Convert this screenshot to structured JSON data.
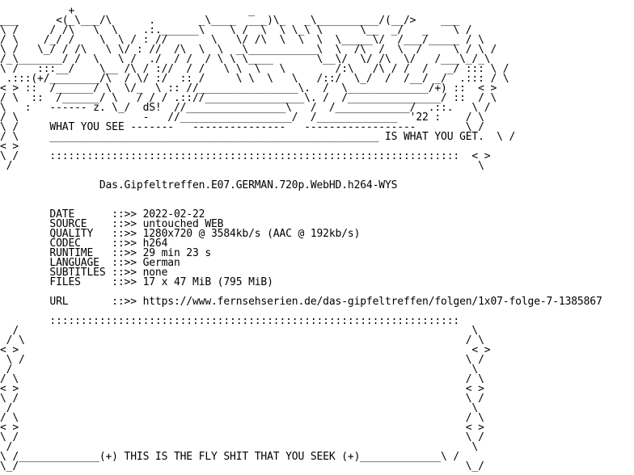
{
  "document": {
    "lines": [
      "           +                            _",
      "___      <(_\\___/\\      .       _\\____  ___)\\_   _\\__________/(__/>    ___",
      "\\ /     / /\\   \\  \\    .:.______\\    \\ /  \\  \\ \\_\\ \\      \\__  _/   _    \\ /",
      "/ \\    /_/ /    \\  \\ / : //       \\   \\/ /\\  \\  \\  \\  \\_____\\/  /___/_____ / \\",
      "\\ /   \\_/ / /\\   \\ \\/ : //  /\\  \\  \\  _\\___________\\  \\  /\\  /  \\  /     \\ / \\ /",
      "/_\\_______/ /  \\   \\ /  ./  / /  / \\ \\ \\____       \\__\\/  \\/ /\\  \\/   /___\\_/_\\",
      "\\ /   :::__/    \\__ /\\ / ://  / /   \\ \\  \\   \\        /:\\   /\\ / /  /   _/ ::: \\ /",
      " .:::(+/________/\\  / \\/ :/  :: /     \\ \\  \\   \\   /::/  \\_/  /  /__/ _/  .::: / \\",
      "< > ::  /______/ \\  \\/_  \\ :: //________________\\.  /  \\_____________/+) ::  < >",
      "/ \\  ::  /______/ \\   / / / .:://________________\\. /  /_______________/ ::  / \\",
      "\\   :   ------ z. \\_/  dS!  //________________\\   /  /____________/  .::.   \\ /",
      "/ \\                    -   //__________________/  /_____________  '22 :    / \\",
      "\\ /     WHAT YOU SEE -------   ---------------   ------------------        \\ /",
      "/ \\     _____________________________________________________ IS WHAT YOU GET.  \\ /",
      "< >",
      "\\ /     ::::::::::::::::::::::::::::::::::::::::::::::::::::::::::::::::::  < >",
      " /                                                                           \\",
      "",
      "                Das.Gipfeltreffen.E07.GERMAN.720p.WebHD.h264-WYS",
      "",
      "",
      "        DATE      ::>> 2022-02-22",
      "        SOURCE    ::>> untouched WEB",
      "        QUALITY   ::>> 1280x720 @ 3584kb/s (AAC @ 192kb/s)",
      "        CODEC     ::>> h264",
      "        RUNTIME   ::>> 29 min 23 s",
      "        LANGUAGE  ::>> German",
      "        SUBTITLES ::>> none",
      "        FILES     ::>> 17 x 47 MiB (795 MiB)",
      "",
      "        URL       ::>> https://www.fernsehserien.de/das-gipfeltreffen/folgen/1x07-folge-7-1385867",
      "",
      "        ::::::::::::::::::::::::::::::::::::::::::::::::::::::::::::::::::",
      "  /                                                                         \\",
      " / \\                                                                       / \\",
      "< >                                                                         < >",
      " \\ /                                                                       \\ /",
      " /                                                                          \\",
      "/ \\                                                                        / \\",
      "< >                                                                        < >",
      "\\ /                                                                        \\ /",
      " /                                                                          \\",
      "/ \\                                                                        / \\",
      "< >                                                                        < >",
      "\\ /                                                                        \\ /",
      " /                                                                          \\",
      "\\ /_____________(+) THIS IS THE FLY SHIT THAT YOU SEEK (+)_____________\\ /",
      "\\_/                                                                        \\_/"
    ]
  }
}
